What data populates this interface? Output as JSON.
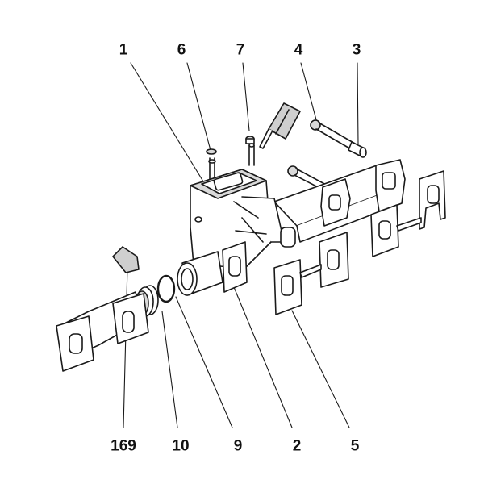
{
  "diagram": {
    "callouts_top": [
      {
        "id": "c1",
        "label": "1"
      },
      {
        "id": "c6",
        "label": "6"
      },
      {
        "id": "c7",
        "label": "7"
      },
      {
        "id": "c4",
        "label": "4"
      },
      {
        "id": "c3",
        "label": "3"
      }
    ],
    "callouts_bottom": [
      {
        "id": "c169",
        "label": "169"
      },
      {
        "id": "c10",
        "label": "10"
      },
      {
        "id": "c9",
        "label": "9"
      },
      {
        "id": "c2",
        "label": "2"
      },
      {
        "id": "c5",
        "label": "5"
      }
    ],
    "colors": {
      "line": "#1a1a1a",
      "part_fill": "#ffffff",
      "shade": "#d9d9d9",
      "sealant": "#cfcfcf"
    }
  }
}
